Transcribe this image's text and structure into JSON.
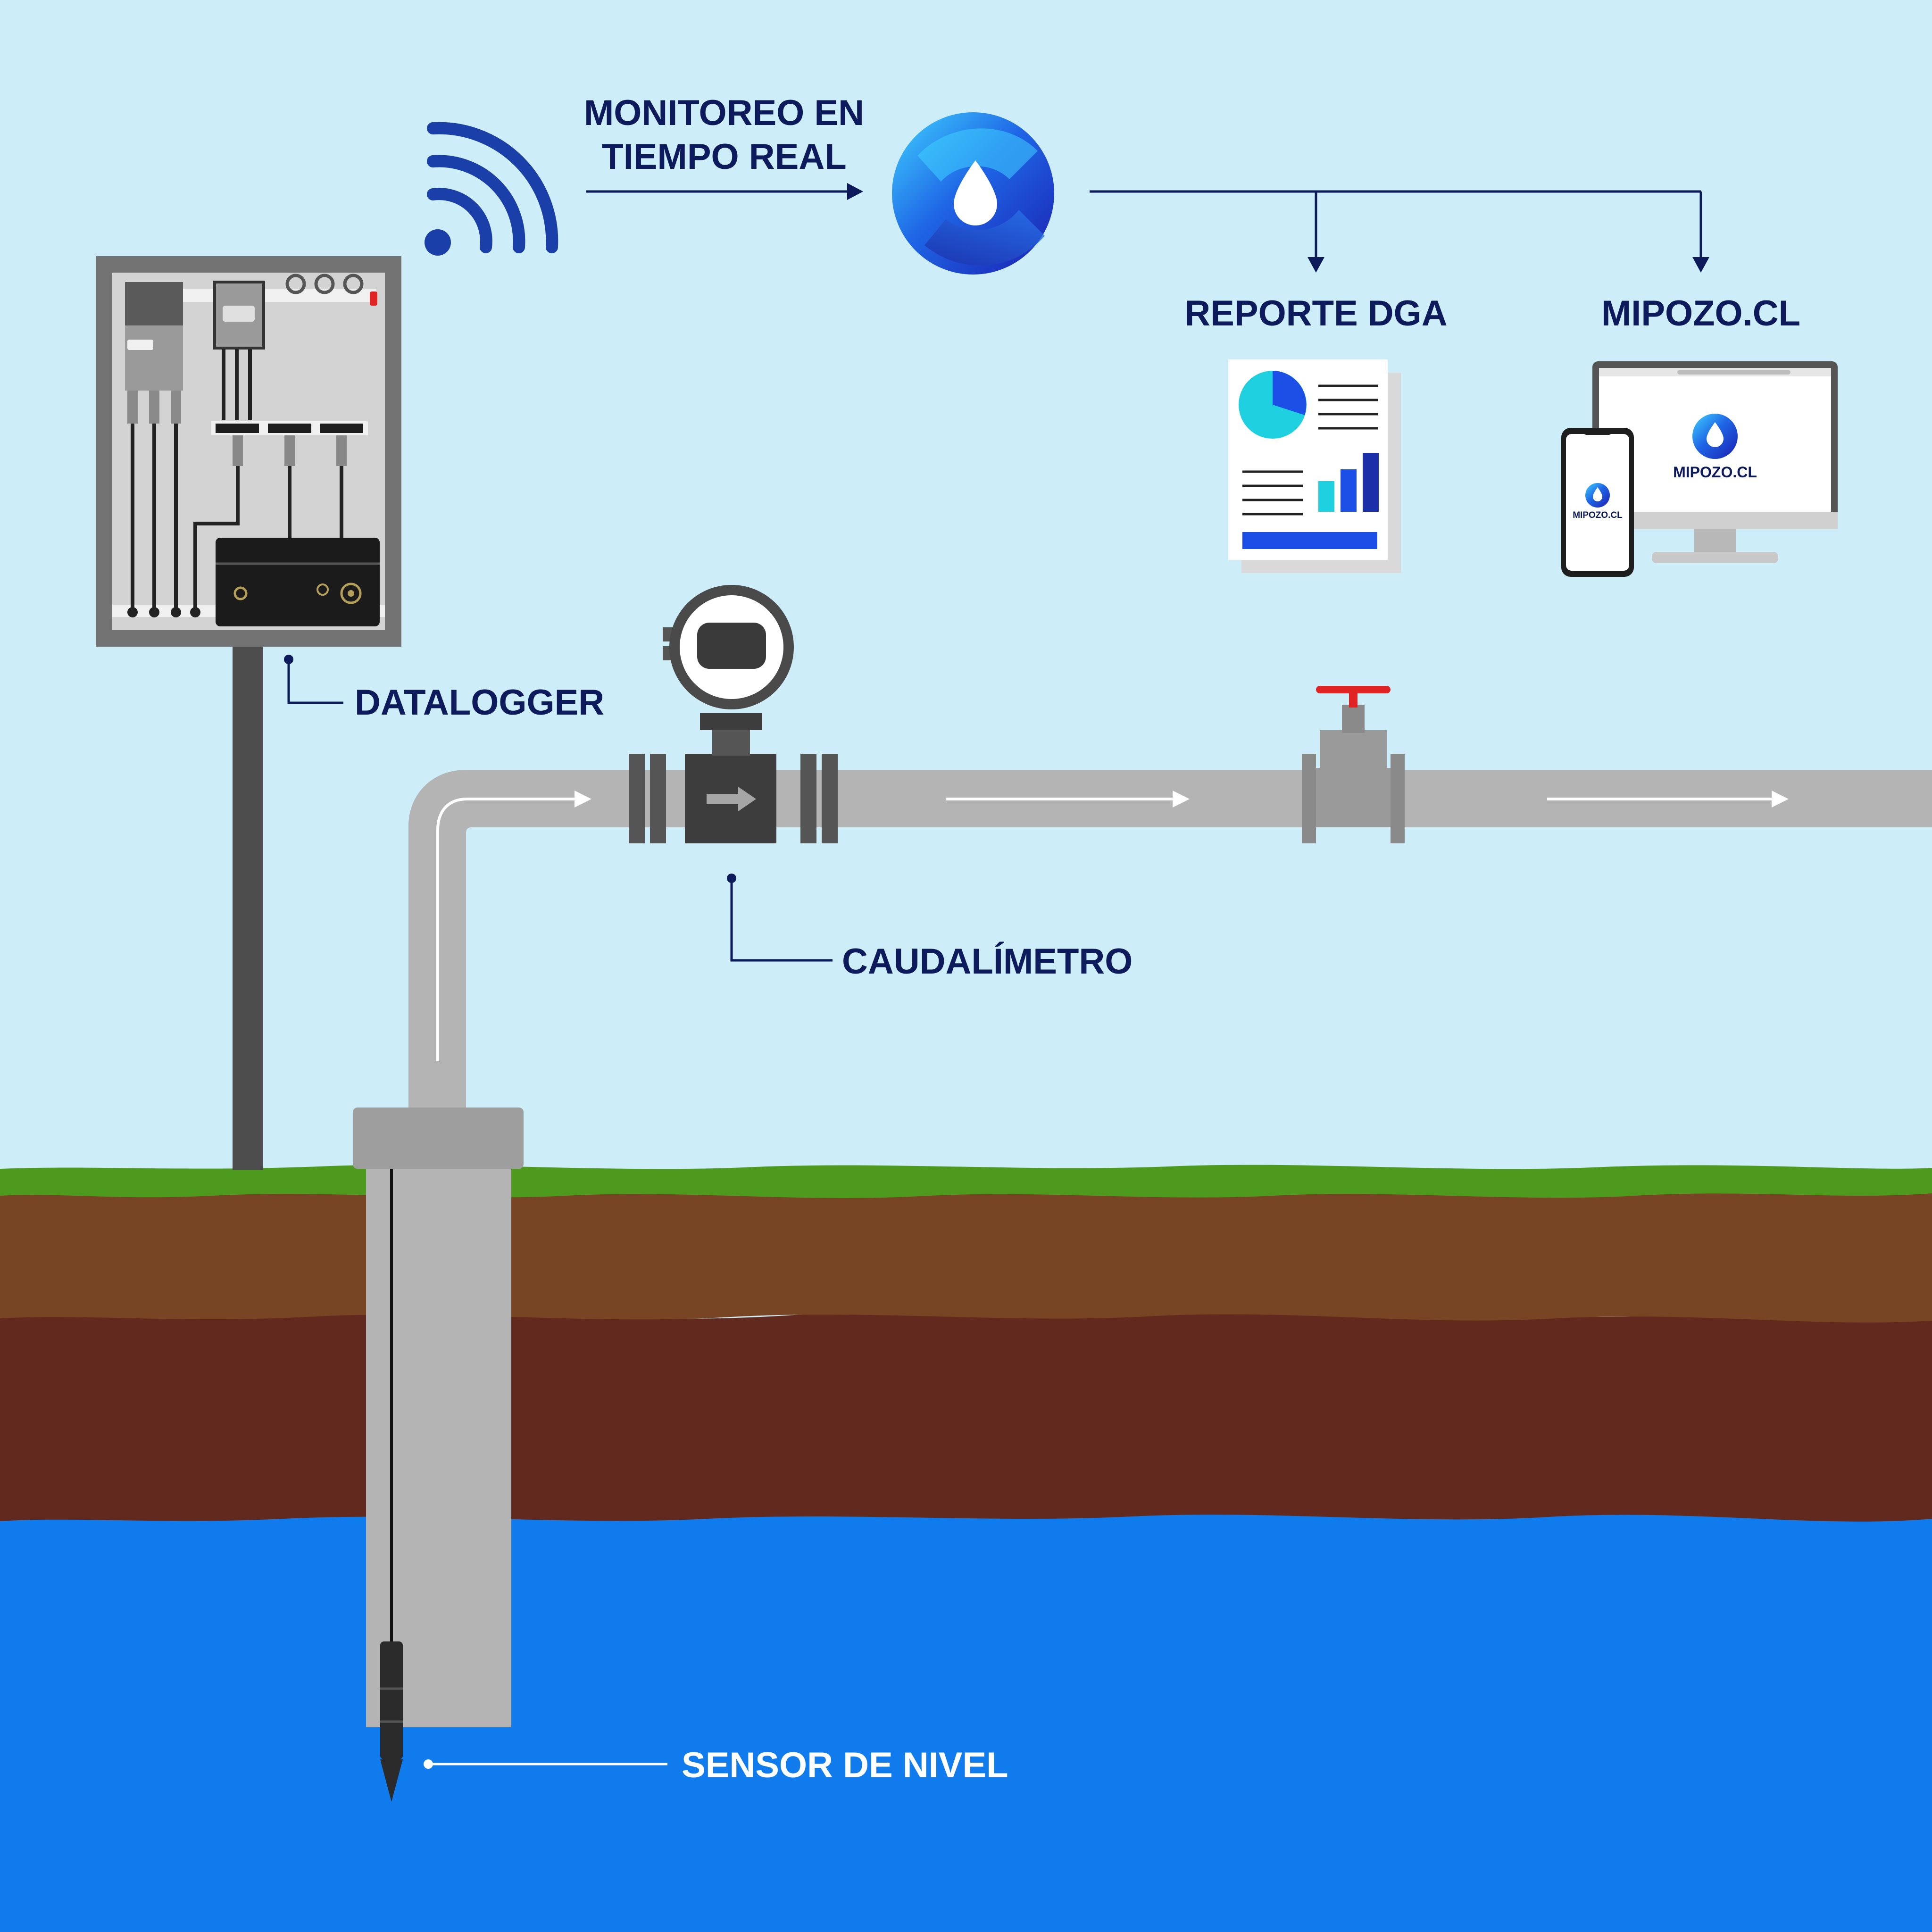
{
  "labels": {
    "monitoring_line1": "MONITOREO EN",
    "monitoring_line2": "TIEMPO REAL",
    "report": "REPORTE DGA",
    "portal": "MIPOZO.CL",
    "datalogger": "DATALOGGER",
    "flowmeter": "CAUDALÍMETRO",
    "level_sensor": "SENSOR DE NIVEL"
  },
  "devices": {
    "desktop_logo": "MIPOZO.CL",
    "phone_logo": "MIPOZO.CL"
  },
  "icons": {
    "signal": "wifi-signal-icon",
    "cloud": "water-drop-logo-icon",
    "report": "report-document-icon",
    "devices": "desktop-and-phone-icon"
  },
  "colors": {
    "sky": "#cdeef9",
    "navy_text": "#0d1a5c",
    "accent_blue": "#1a3fa8",
    "grass": "#4e9a1e",
    "soil_top": "#774424",
    "soil_bottom": "#622a1e",
    "water": "#0f7bed",
    "pipe": "#b4b4b4",
    "valve_handle": "#e02424"
  }
}
